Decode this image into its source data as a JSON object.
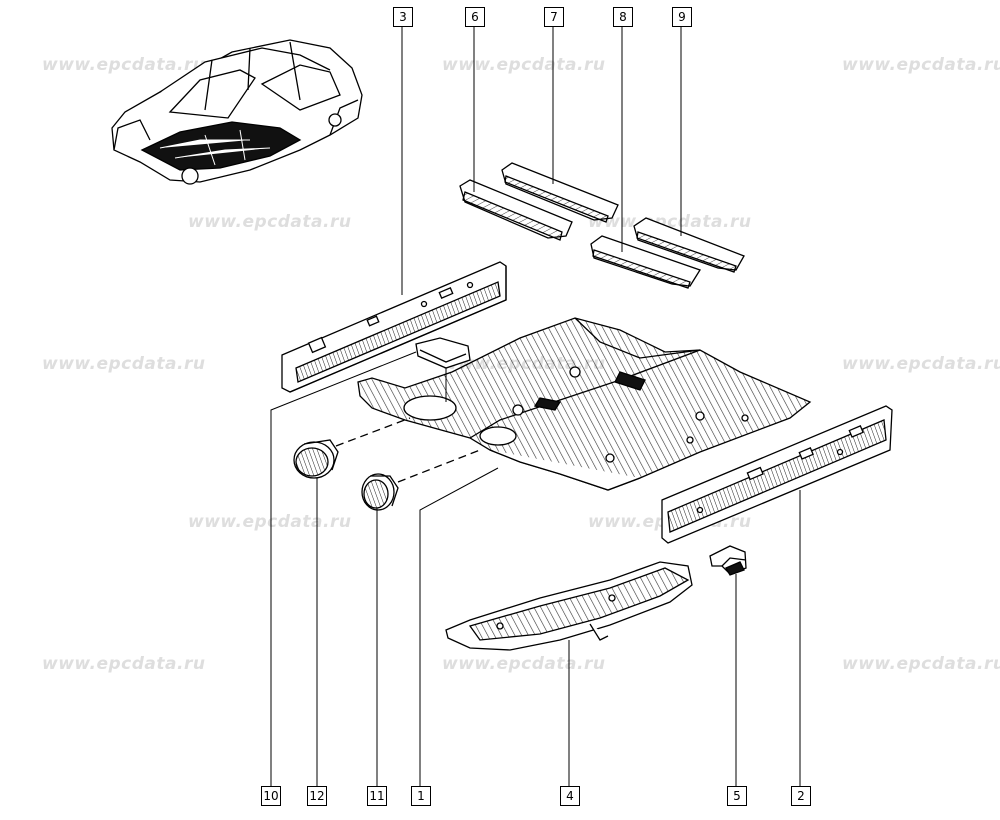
{
  "watermark_text": "www.epcdata.ru",
  "callouts": [
    {
      "label": "1",
      "part": "main-floor-panel"
    },
    {
      "label": "2",
      "part": "right-side-sill"
    },
    {
      "label": "3",
      "part": "left-side-sill"
    },
    {
      "label": "4",
      "part": "rear-floor-tunnel-section"
    },
    {
      "label": "5",
      "part": "small-bracket"
    },
    {
      "label": "6",
      "part": "cross-member-front"
    },
    {
      "label": "7",
      "part": "cross-member-upper"
    },
    {
      "label": "8",
      "part": "cross-member-middle"
    },
    {
      "label": "9",
      "part": "cross-member-rear"
    },
    {
      "label": "10",
      "part": "left-floor-bracket"
    },
    {
      "label": "11",
      "part": "plug-small"
    },
    {
      "label": "12",
      "part": "plug-large"
    }
  ]
}
